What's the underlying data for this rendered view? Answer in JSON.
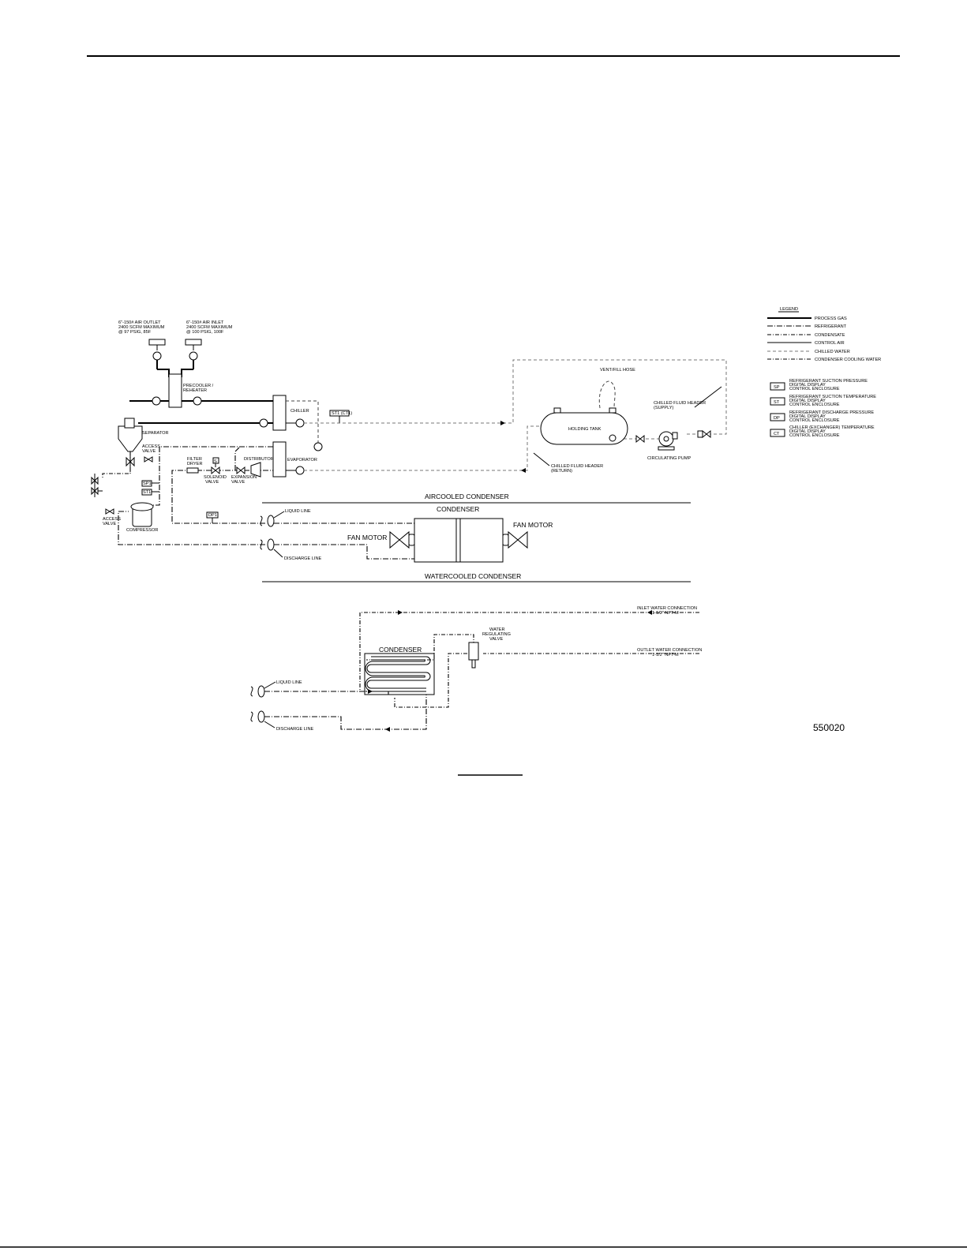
{
  "labels": {
    "outlet": [
      "6\"-150# AIR OUTLET",
      "2400 SCFM MAXIMUM",
      "@ 97 PSIG, 85F"
    ],
    "inlet": [
      "6\"-150# AIR INLET",
      "2400 SCFM MAXIMUM",
      "@ 100 PSIG, 100F"
    ],
    "precooler": [
      "PRECOOLER /",
      "REHEATER"
    ],
    "chiller": "CHILLER",
    "separator": "SEPARATOR",
    "access_valve_top": [
      "ACCESS",
      "VALVE"
    ],
    "access_valve_left": [
      "ACCESS",
      "VALVE"
    ],
    "filter_dryer": [
      "FILTER",
      "DRYER"
    ],
    "solenoid_valve": [
      "SOLENOID",
      "VALVE"
    ],
    "expansion_valve": [
      "EXPANSION",
      "VALVE"
    ],
    "distributor": "DISTRIBUTOR",
    "evaporator": "EVAPORATOR",
    "compressor": "COMPRESSOR",
    "vent_fill": "VENT/FILL HOSE",
    "holding_tank": "HOLDING TANK",
    "supply_header": [
      "CHILLED FLUID HEADER",
      "(SUPPLY)"
    ],
    "return_header": [
      "CHILLED FLUID HEADER",
      "(RETURN)"
    ],
    "circulating_pump": "CIRCULATING PUMP",
    "aircooled": "AIRCOOLED CONDENSER",
    "condenser": "CONDENSER",
    "liquid_line": "LIQUID LINE",
    "discharge_line": "DISCHARGE LINE",
    "fan_motor": "FAN MOTOR",
    "watercooled": "WATERCOOLED CONDENSER",
    "inlet_water": [
      "INLET WATER CONNECTION",
      "1-1/2\" NPT-M"
    ],
    "outlet_water": [
      "OUTLET WATER CONNECTION",
      "1-1/2\" NPT-M"
    ],
    "water_valve": [
      "WATER",
      "REGULATING",
      "VALVE"
    ],
    "drawing_id": "550020"
  },
  "tags": {
    "st_ct": "ST1 (CT1)",
    "sp": "SP1",
    "st": "ST1",
    "dp": "DP1",
    "s": "S"
  },
  "legend": {
    "title": "LEGEND",
    "lines": [
      "PROCESS GAS",
      "REFRIGERANT",
      "CONDENSATE",
      "CONTROL AIR",
      "CHILLED WATER",
      "CONDENSER COOLING WATER"
    ],
    "instruments": [
      {
        "code": "SP",
        "text": [
          "REFRIGERANT SUCTION PRESSURE",
          "DIGITAL DISPLAY",
          "CONTROL ENCLOSURE"
        ]
      },
      {
        "code": "ST",
        "text": [
          "REFRIGERANT SUCTION TEMPERATURE",
          "DIGITAL DISPLAY",
          "CONTROL ENCLOSURE"
        ]
      },
      {
        "code": "DP",
        "text": [
          "REFRIGERANT DISCHARGE PRESSURE",
          "DIGITAL DISPLAY",
          "CONTROL ENCLOSURE"
        ]
      },
      {
        "code": "CT",
        "text": [
          "CHILLER (EXCHANGER) TEMPERATURE",
          "DIGITAL DISPLAY",
          "CONTROL ENCLOSURE"
        ]
      }
    ]
  }
}
